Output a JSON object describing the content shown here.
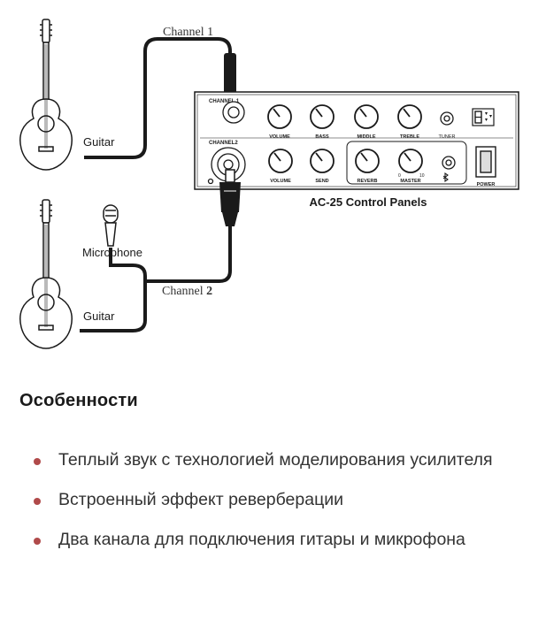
{
  "diagram": {
    "channel1_cable_label": "Channel 1",
    "channel2_cable_label_text": "Channel ",
    "channel2_cable_label_num": "2",
    "guitar1_label": "Guitar",
    "microphone_label": "Microphone",
    "guitar2_label": "Guitar",
    "panel_title": "AC-25 Control Panels",
    "panel_channel1": "CHANNEL 1",
    "panel_channel2": "CHANNEL2",
    "knob_volume1": "VOLUME",
    "knob_bass": "BASS",
    "knob_middle": "MIDDLE",
    "knob_treble": "TREBLE",
    "tuner_label": "TUNER",
    "knob_volume2": "VOLUME",
    "knob_send": "SEND",
    "knob_reverb": "REVERB",
    "knob_master": "MASTER",
    "power_label": "POWER",
    "master_min": "0",
    "master_max": "10"
  },
  "features": {
    "heading": "Особенности",
    "items": [
      "Теплый звук с технологией моделирования усилителя",
      "Встроенный эффект реверберации",
      "Два канала для подключения гитары и микрофона"
    ],
    "bullet_color": "#b04a4a"
  }
}
